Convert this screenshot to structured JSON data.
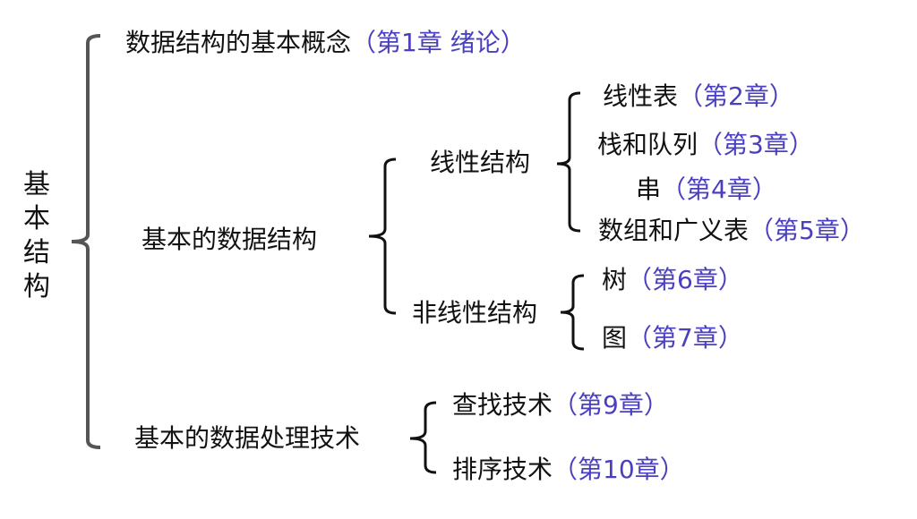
{
  "root": {
    "label": "基本结构"
  },
  "branches": {
    "concept": {
      "label": "数据结构的基本概念",
      "chapter": "（第1章 绪论）"
    },
    "structures": {
      "label": "基本的数据结构",
      "linear": {
        "label": "线性结构",
        "items": [
          {
            "label": "线性表",
            "chapter": "（第2章）"
          },
          {
            "label": "栈和队列",
            "chapter": "（第3章）"
          },
          {
            "label": "串",
            "chapter": "（第4章）"
          },
          {
            "label": "数组和广义表",
            "chapter": "（第5章）"
          }
        ]
      },
      "nonlinear": {
        "label": "非线性结构",
        "items": [
          {
            "label": "树",
            "chapter": "（第6章）"
          },
          {
            "label": "图",
            "chapter": "（第7章）"
          }
        ]
      }
    },
    "techniques": {
      "label": "基本的数据处理技术",
      "items": [
        {
          "label": "查找技术",
          "chapter": "（第9章）"
        },
        {
          "label": "排序技术",
          "chapter": "（第10章）"
        }
      ]
    }
  },
  "colors": {
    "chapter": "#4a3fbf",
    "main_bracket": "#555555",
    "bracket": "#111111"
  }
}
